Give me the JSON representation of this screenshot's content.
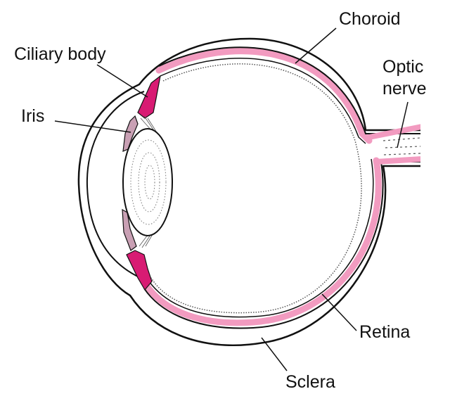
{
  "labels": {
    "choroid": "Choroid",
    "ciliary_body": "Ciliary body",
    "optic": "Optic",
    "nerve": "nerve",
    "iris": "Iris",
    "retina": "Retina",
    "sclera": "Sclera"
  },
  "colors": {
    "choroid": "#f29bc0",
    "ciliary_body": "#d81b73",
    "iris": "#c9a0b4",
    "outline": "#111111"
  }
}
